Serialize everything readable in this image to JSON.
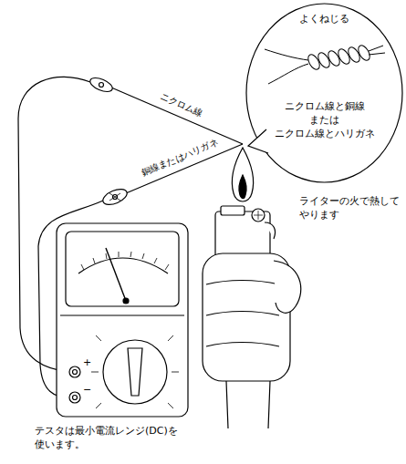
{
  "diagram": {
    "nodes": [
      {
        "text": [
          "よくねじる",
          "ニクロム線と銅線 または ニクロム線とハリガネ"
        ]
      }
    ],
    "labels": [
      "ニクロム線",
      "銅線またはハリガネ",
      "ライターの火で熱して やります",
      "テスタは最小電流レンジ(DC)を 使います。",
      "+",
      "−"
    ]
  }
}
